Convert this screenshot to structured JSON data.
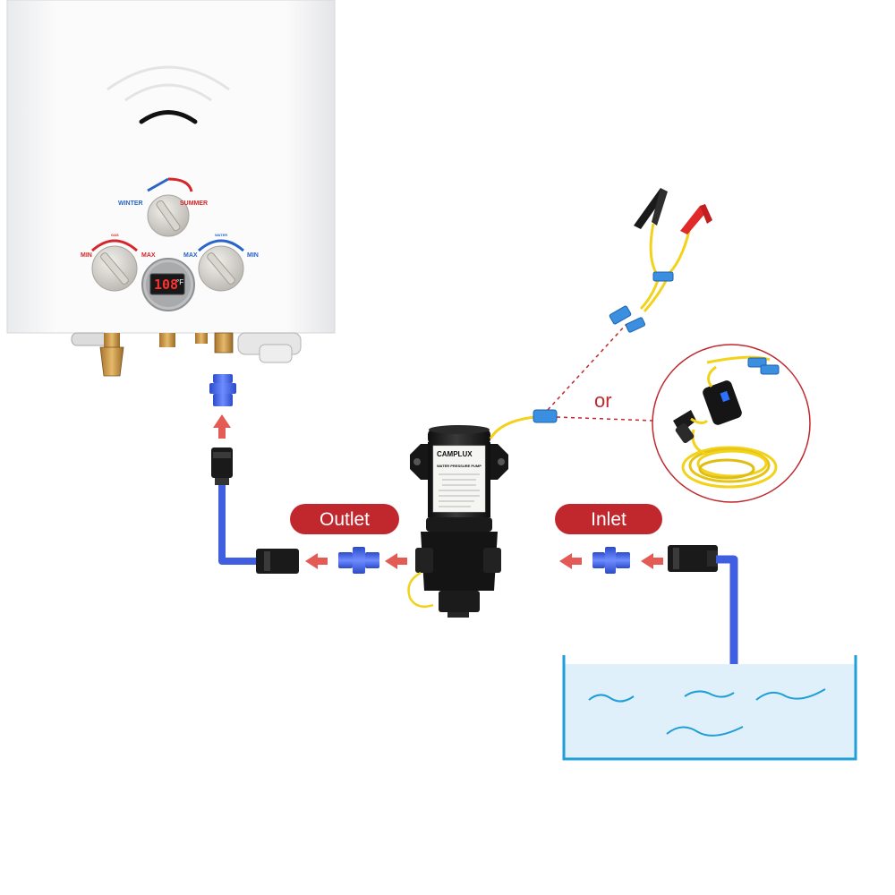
{
  "heater": {
    "dial_top": {
      "left_label": "WINTER",
      "right_label": "SUMMER"
    },
    "dial_left": {
      "min_label": "MIN",
      "max_label": "MAX",
      "arc_label": "GAS"
    },
    "dial_right": {
      "max_label": "MAX",
      "min_label": "MIN",
      "arc_label": "WATER"
    },
    "display": {
      "value": "108",
      "unit": "°F"
    }
  },
  "pump": {
    "brand": "CAMPLUX",
    "title": "WATER PRESSURE PUMP"
  },
  "labels": {
    "outlet": "Outlet",
    "inlet": "Inlet",
    "or": "or"
  },
  "colors": {
    "pill_red": "#c0282e",
    "arrow_red": "#e45a55",
    "hose_blue": "#3f5fe0",
    "water_fill": "#dff0fb",
    "tank_outline": "#1f9ed8",
    "cable_yellow": "#f2d21a",
    "clamp_red": "#e02a2a",
    "clamp_black": "#1a1a1a"
  },
  "icons": [
    "flow-arrow-icon",
    "alligator-clamp-icon",
    "car-plug-icon",
    "wave-icon"
  ]
}
